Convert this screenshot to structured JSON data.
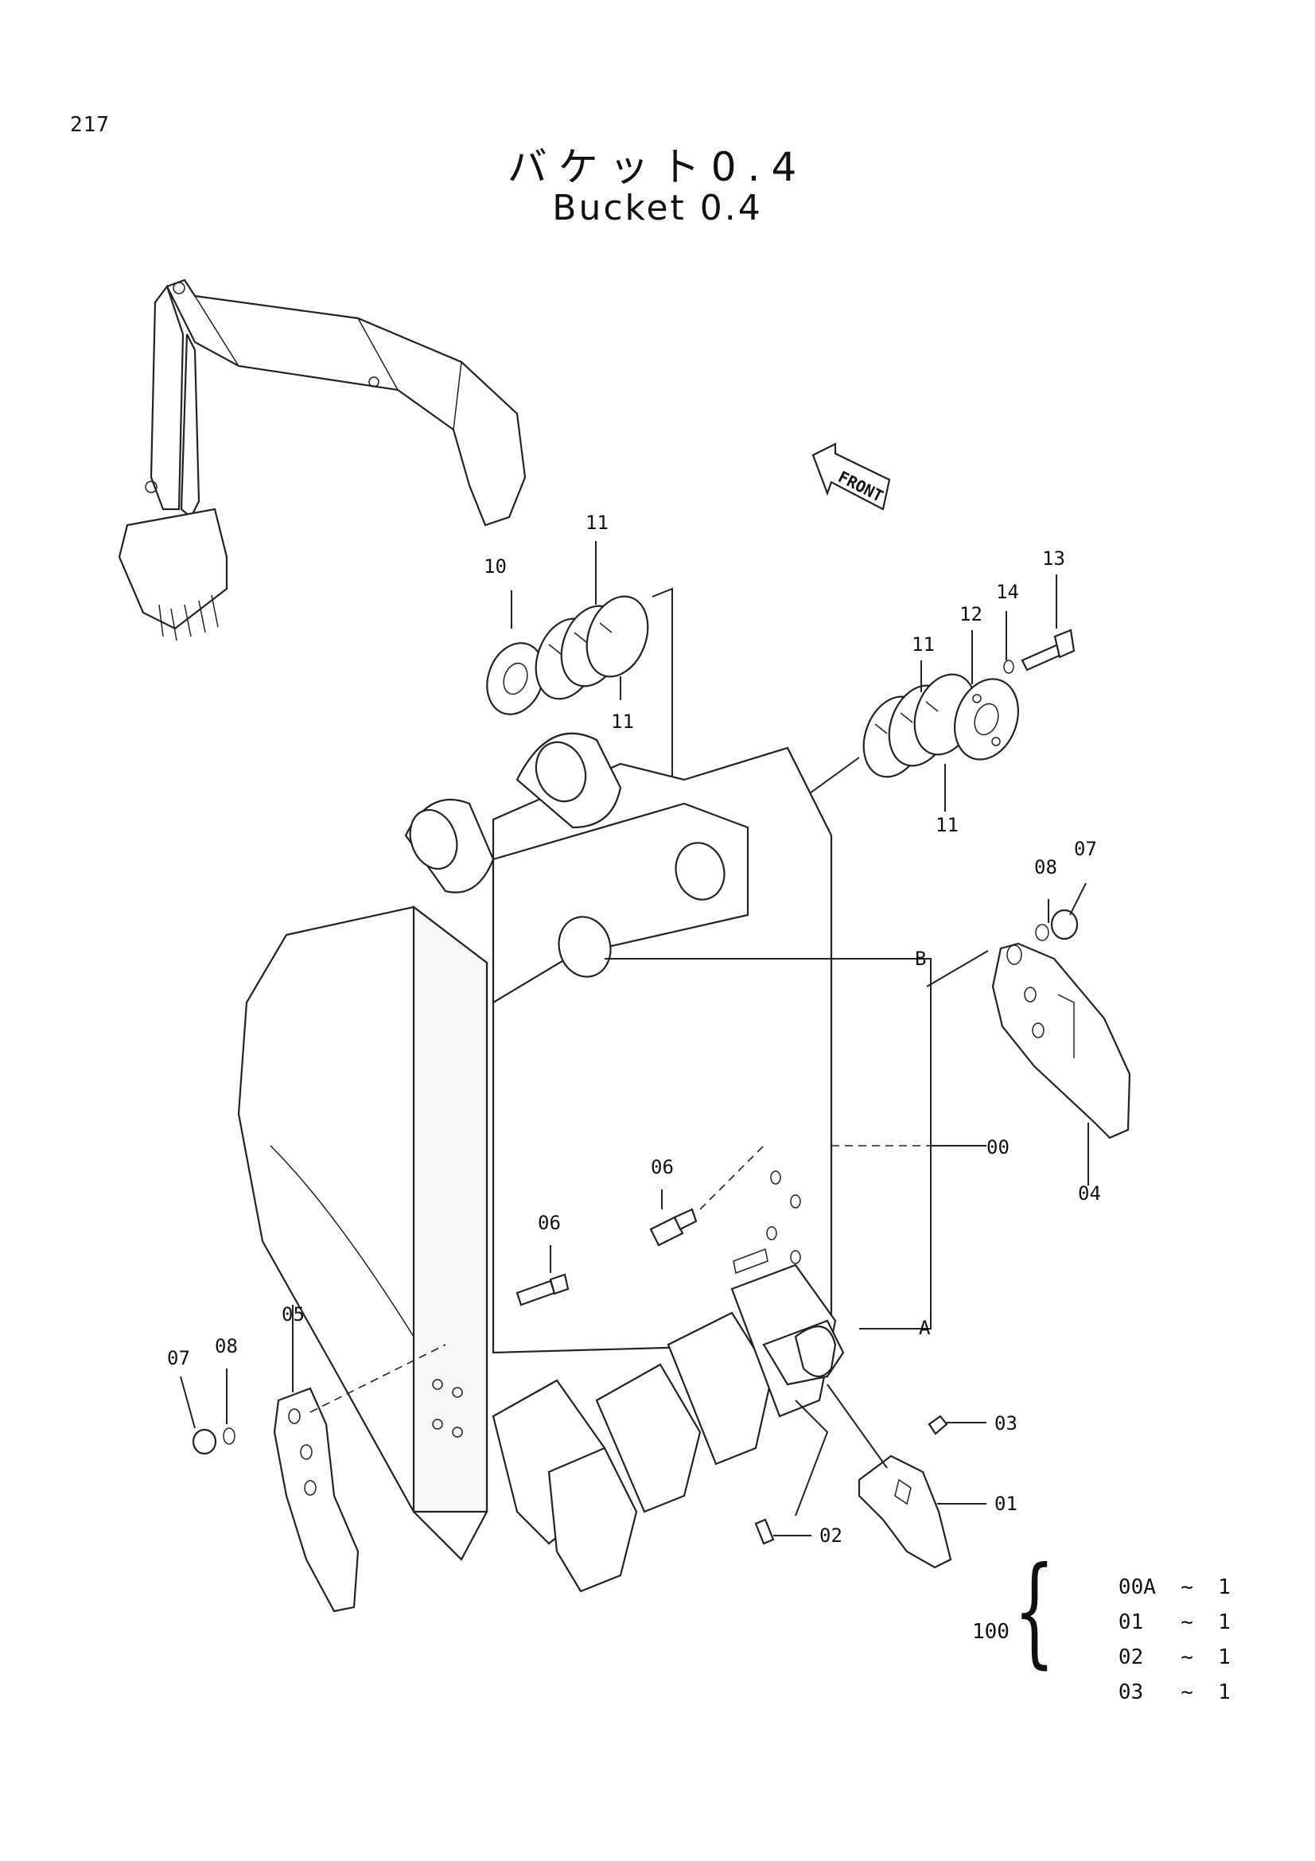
{
  "page_number": "217",
  "title_jp": "バケット0.4",
  "title_en": "Bucket 0.4",
  "direction_marker": "FRONT",
  "part_labels": {
    "p00": "00",
    "p01": "01",
    "p02": "02",
    "p03": "03",
    "p04": "04",
    "p05": "05",
    "p06a": "06",
    "p06b": "06",
    "p07a": "07",
    "p07b": "07",
    "p08a": "08",
    "p08b": "08",
    "p10": "10",
    "p11a": "11",
    "p11b": "11",
    "p11c": "11",
    "p11d": "11",
    "p12": "12",
    "p13": "13",
    "p14": "14",
    "refA": "A",
    "refB": "B"
  },
  "kit": {
    "number": "100",
    "items": [
      {
        "part": "00A",
        "qty": "1"
      },
      {
        "part": "01",
        "qty": "1"
      },
      {
        "part": "02",
        "qty": "1"
      },
      {
        "part": "03",
        "qty": "1"
      }
    ]
  }
}
